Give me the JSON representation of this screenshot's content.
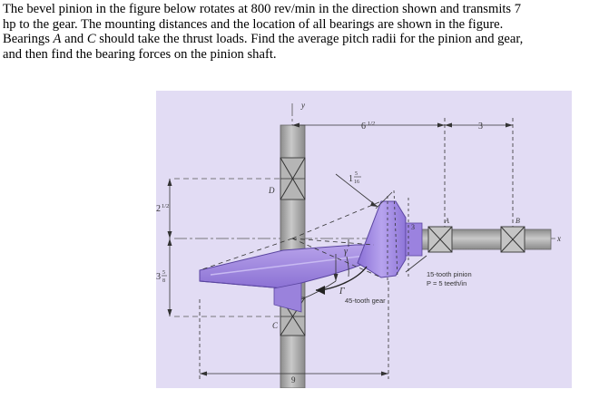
{
  "problem": {
    "line1": "The bevel pinion in the figure below rotates at 800 rev/min in the direction shown and transmits 7",
    "line2": "hp to the gear. The mounting distances and the location of all bearings are shown in the figure.",
    "line3": "Bearings A and C should take the thrust loads. Find the average pitch radii for the pinion and gear,",
    "line4": "and then find the bearing forces on the pinion shaft."
  },
  "figure": {
    "dim_top": "6",
    "dim_top_frac": "1/2",
    "dim_right": "3",
    "dim_small_whole": "1",
    "dim_small_num": "5",
    "dim_small_den": "16",
    "dim_left_upper": "2",
    "dim_left_upper_frac": "1/2",
    "dim_left_lower": "3",
    "dim_left_lower_num": "5",
    "dim_left_lower_den": "8",
    "dim_bottom": "9",
    "dim_pinion_width": "3",
    "label_y_axis": "y",
    "label_x_axis": "x",
    "label_D": "D",
    "label_C": "C",
    "label_A": "A",
    "label_B": "B",
    "label_gamma": "γ",
    "label_Gamma": "Γ",
    "pinion_name": "15-tooth pinion",
    "pinion_pitch": "P = 5 teeth/in",
    "gear_name": "45-tooth gear"
  },
  "colors": {
    "background": "#e2dcf4",
    "gear": "#a58de0",
    "gear_dark": "#7e64c7",
    "shaft": "#a7a7a7",
    "shaft_dark": "#8e8e8e"
  }
}
